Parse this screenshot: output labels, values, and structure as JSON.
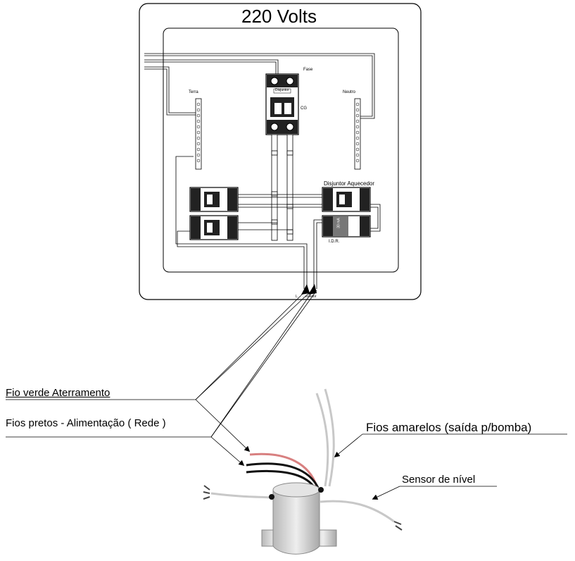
{
  "panel": {
    "title": "220 Volts",
    "labels": {
      "fase": "Fase",
      "terra": "Terra",
      "neutro": "Neutro",
      "cg": "CG",
      "disjuntor_aquecedor": "Disjuntor Aquecedor",
      "idr": "I.D.R.",
      "bottom_label": "L… …ecedor",
      "breaker_tag": "Disjuntor",
      "idr_rating": "30 mA"
    }
  },
  "callouts": {
    "fio_verde": "Fio verde Aterramento",
    "fios_pretos": "Fios pretos - Alimentação ( Rede )",
    "fios_amarelos": "Fios amarelos (saída p/bomba)",
    "sensor": "Sensor de nível"
  },
  "colors": {
    "line": "#000000",
    "wire_gray": "#9a9a9a",
    "device_body": "#d8d8d8",
    "wire_red": "#d88080",
    "wire_green": "#a8c8a0"
  }
}
